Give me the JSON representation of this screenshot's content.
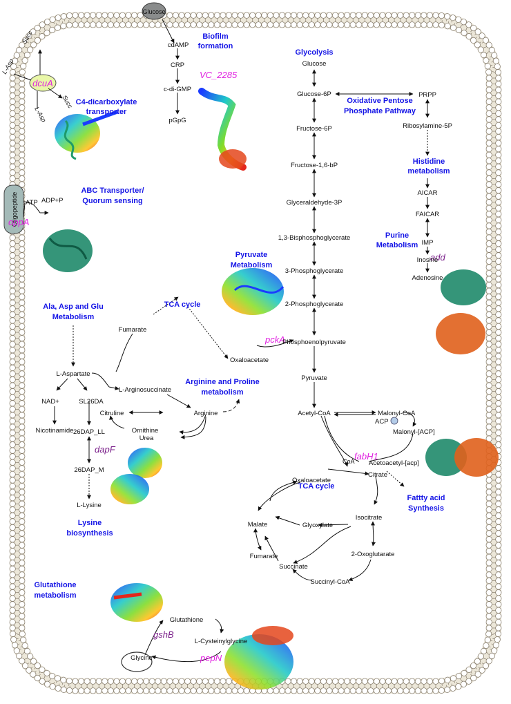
{
  "colors": {
    "pathway": "#1515e6",
    "gene_magenta": "#e020e0",
    "gene_purple": "#7a1f8a",
    "membrane_head": "#ffffff",
    "membrane_stroke": "#8a8070",
    "membrane_fill": "#ece7d9"
  },
  "pathways": {
    "biofilm_1": "Biofilm",
    "biofilm_2": "formation",
    "c4_1": "C4-dicarboxylate",
    "c4_2": "transporter",
    "abc_1": "ABC Transporter/",
    "abc_2": "Quorum sensing",
    "glycolysis": "Glycolysis",
    "ppp_1": "Oxidative Pentose",
    "ppp_2": "Phosphate Pathway",
    "histidine_1": "Histidine",
    "histidine_2": "metabolism",
    "purine_1": "Purine",
    "purine_2": "Metabolism",
    "pyruvate_1": "Pyruvate",
    "pyruvate_2": "Metabolism",
    "ala_1": "Ala, Asp and Glu",
    "ala_2": "Metabolism",
    "tca_upper": "TCA cycle",
    "arg_1": "Arginine and Proline",
    "arg_2": "metabolism",
    "lysine_1": "Lysine",
    "lysine_2": "biosynthesis",
    "tca_lower": "TCA cycle",
    "fatty_1": "Fattty acid",
    "fatty_2": "Synthesis",
    "glutathione_1": "Glutathione",
    "glutathione_2": "metabolism"
  },
  "genes": {
    "dcuA": "dcuA",
    "vc2285": "VC_2285",
    "oppA": "oppA",
    "add": "add",
    "pckA": "pckA",
    "dapF": "dapF",
    "fabH1": "fabH1",
    "gshB": "gshB",
    "pepN": "pepN"
  },
  "membrane_labels": {
    "glucose": "Glucose",
    "oligopeptide": "Oligopeptide",
    "succ_out": "Succ",
    "succ_in": "Succ",
    "lasp_out": "L-Asp",
    "lasp_in": "L-Asp",
    "atp": "ATP",
    "adp": "ADP+P"
  },
  "metabolites": {
    "cdamp": "cdAMP",
    "crp": "CRP",
    "cdigmp": "c-di-GMP",
    "pgpg": "pGpG",
    "glucose": "Glucose",
    "g6p": "Glucose-6P",
    "f6p": "Fructose-6P",
    "f16bp": "Fructose-1,6-bP",
    "g3p": "Glyceraldehyde-3P",
    "bpg": "1,3-Bisphosphoglycerate",
    "pg3": "3-Phosphoglycerate",
    "pg2": "2-Phosphoglycerate",
    "pep": "Phosphoenolpyruvate",
    "pyruvate": "Pyruvate",
    "acetylcoa": "Acetyl-CoA",
    "malonylcoa": "Malonyl-CoA",
    "acp": "ACP",
    "malonylacp": "Malonyl-[ACP]",
    "coa": "CoA",
    "acetoacetyl": "Acetoacetyl-[acp]",
    "prpp": "PRPP",
    "ribosylamine": "Ribosylamine-5P",
    "aicar": "AICAR",
    "faicar": "FAICAR",
    "imp": "IMP",
    "inosine": "Inosine",
    "adenosine": "Adenosine",
    "oxaloacetate_up": "Oxaloacetate",
    "fumarate_up": "Fumarate",
    "laspartate": "L-Aspartate",
    "nad": "NAD+",
    "sl26da": "SL26DA",
    "nicotinamide": "Nicotinamide",
    "dap_ll": "26DAP_LL",
    "dap_m": "26DAP_M",
    "llysine": "L-Lysine",
    "argsucc": "L-Arginosuccinate",
    "citruline": "Citruline",
    "arginine": "Arginine",
    "ornithine": "Ornithine",
    "urea": "Urea",
    "oxaloacetate_low": "Oxaloacetate",
    "citrate": "Citrate",
    "malate": "Malate",
    "glyoxylate": "Glyoxylate",
    "isocitrate": "Isocitrate",
    "fumarate_low": "Fumarate",
    "oxoglutarate": "2-Oxoglutarate",
    "succinate": "Succinate",
    "succinylcoa": "Succinyl-CoA",
    "glutathione": "Glutathione",
    "glycine": "Glycine",
    "cysgly": "L-Cysteinylglycine"
  }
}
